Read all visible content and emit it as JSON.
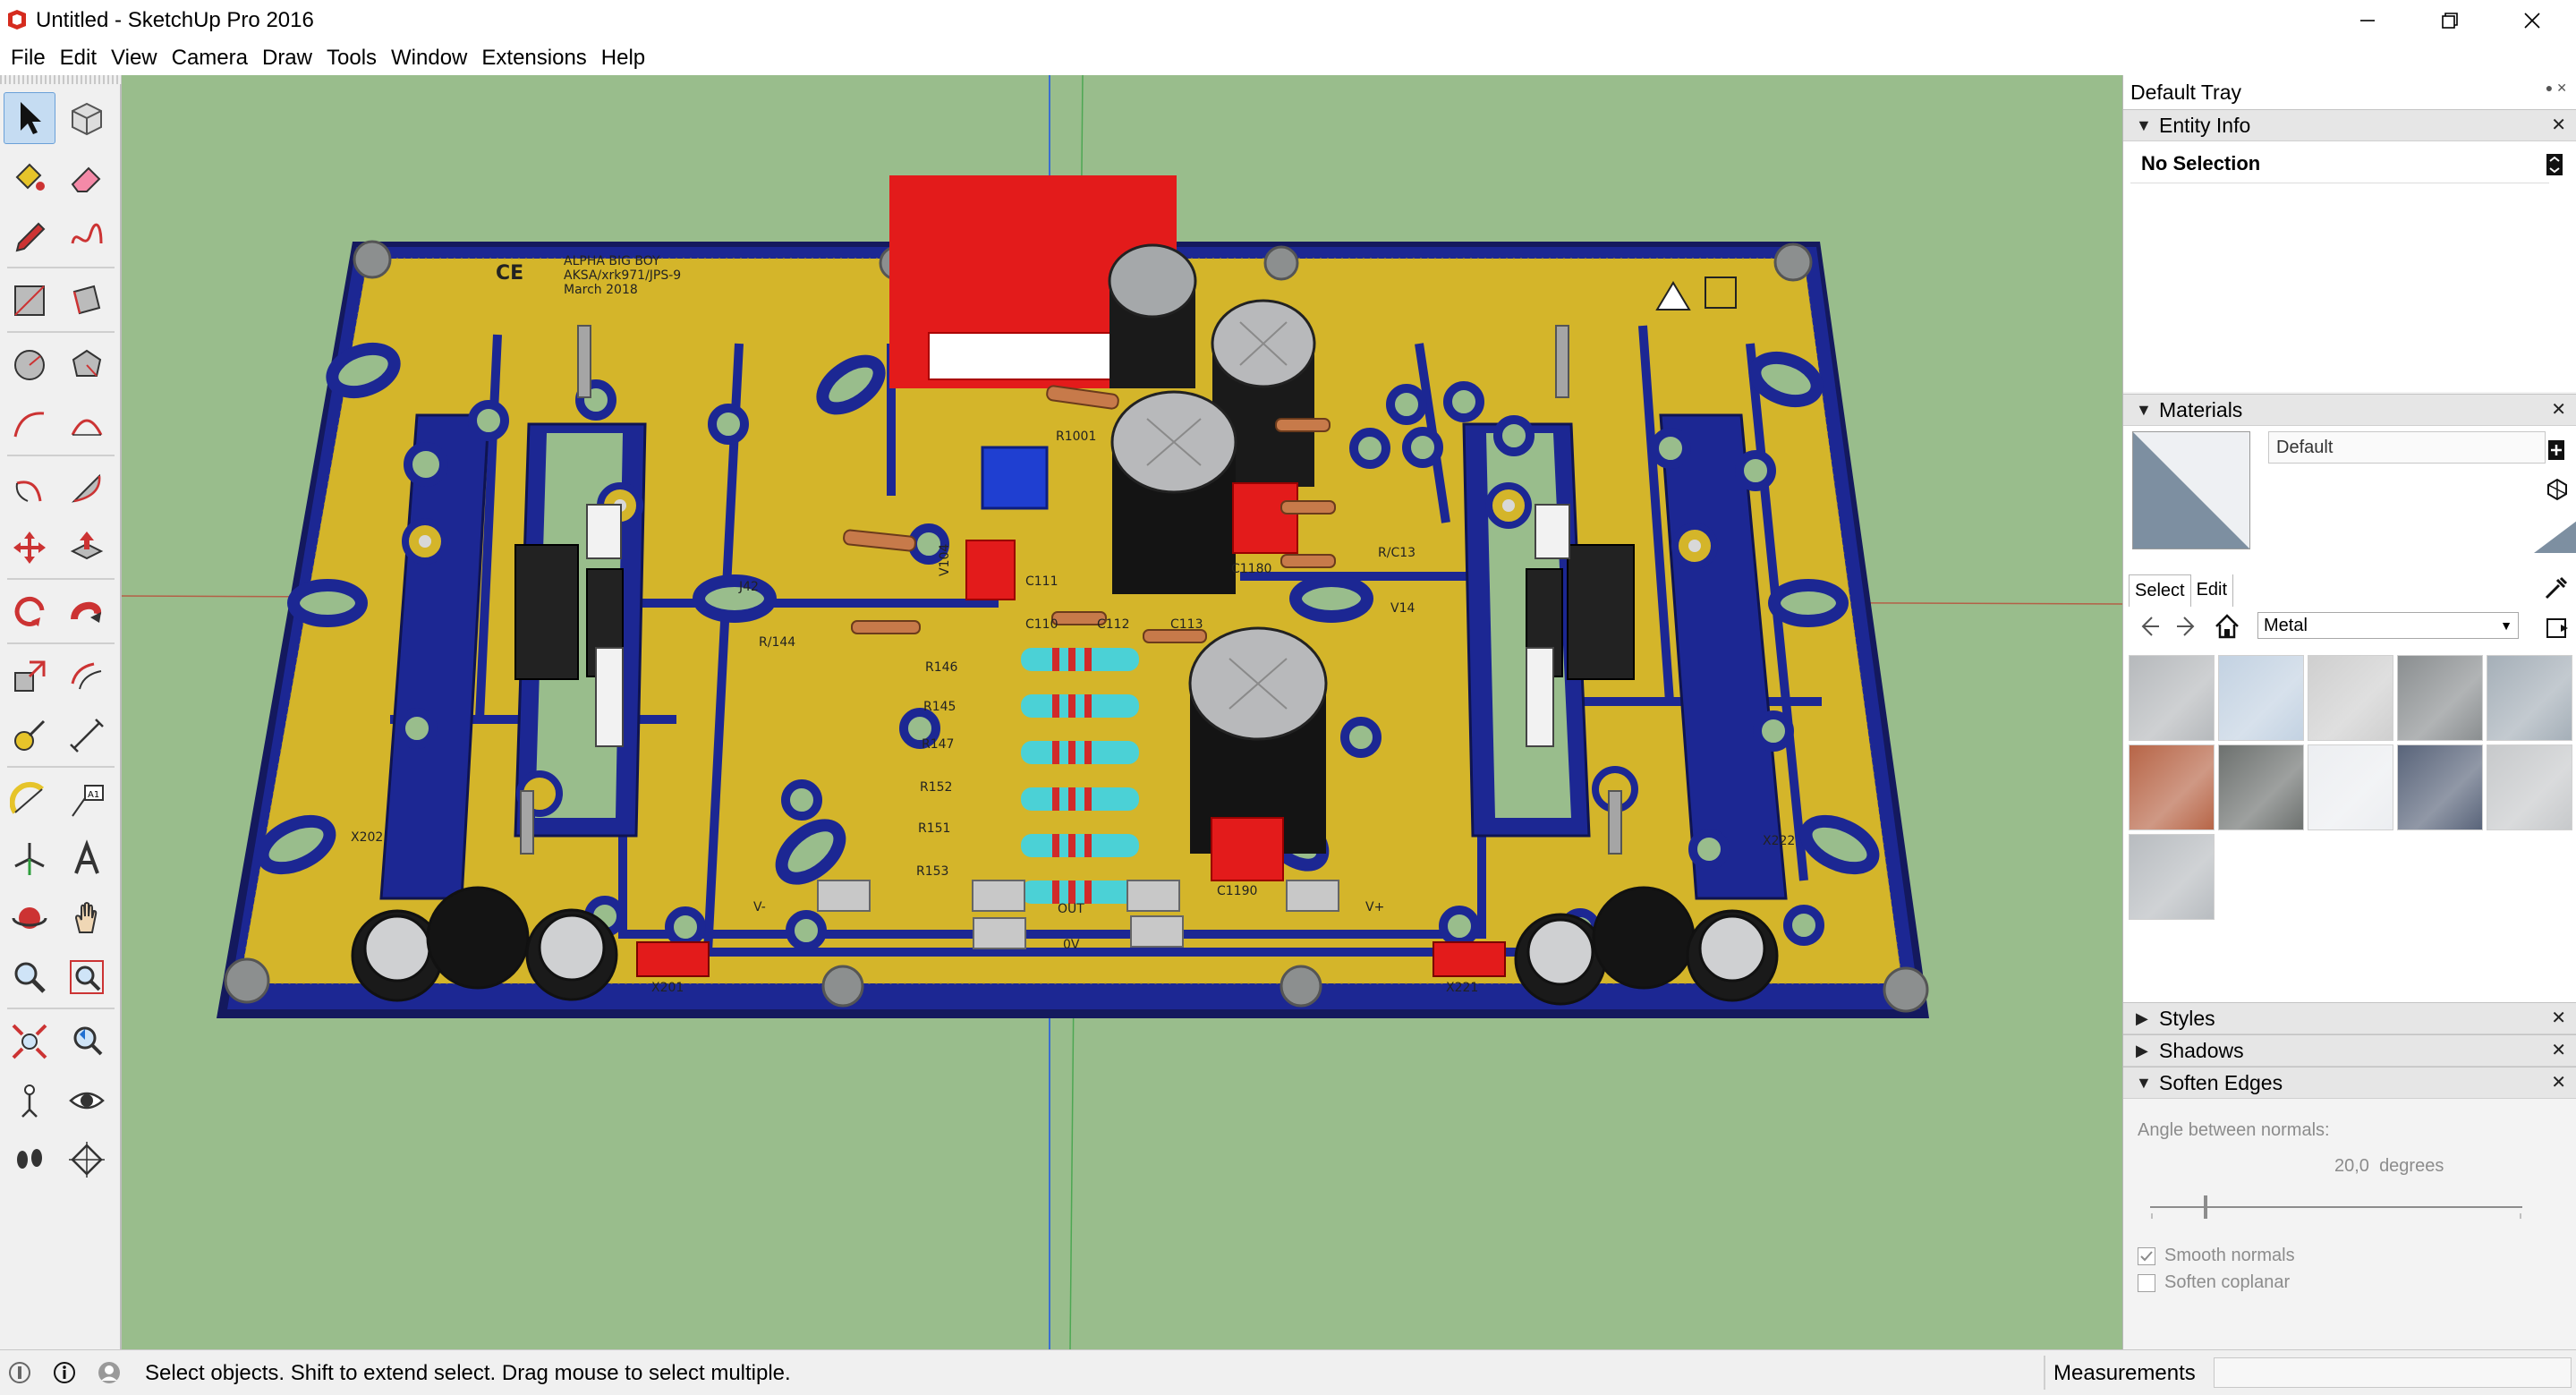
{
  "window": {
    "title": "Untitled - SketchUp Pro 2016",
    "app_icon": "sketchup-logo-icon"
  },
  "menu": [
    "File",
    "Edit",
    "View",
    "Camera",
    "Draw",
    "Tools",
    "Window",
    "Extensions",
    "Help"
  ],
  "toolbar": {
    "tools": [
      "select-arrow-icon",
      "make-component-icon",
      "paint-bucket-icon",
      "eraser-icon",
      "pencil-line-icon",
      "freehand-icon",
      "rectangle-icon",
      "rotated-rectangle-icon",
      "circle-icon",
      "polygon-icon",
      "arc-icon",
      "two-point-arc-icon",
      "three-point-arc-icon",
      "pie-icon",
      "move-icon",
      "push-pull-icon",
      "rotate-icon",
      "follow-me-icon",
      "scale-icon",
      "offset-icon",
      "tape-measure-icon",
      "dimension-icon",
      "protractor-icon",
      "text-label-icon",
      "axes-icon",
      "3d-text-icon",
      "orbit-icon",
      "pan-icon",
      "zoom-icon",
      "zoom-window-icon",
      "zoom-extents-icon",
      "previous-view-icon",
      "position-camera-icon",
      "look-around-icon",
      "walk-icon",
      "section-plane-icon"
    ],
    "active_tool": "select-arrow-icon"
  },
  "viewport": {
    "background_color": "#99bd8c",
    "pcb_labels": {
      "title_lines": [
        "ALPHA BIG BOY",
        "AKSA/xrk971/JPS-9",
        "March 2018"
      ],
      "ce_mark": "CE",
      "refs": [
        "R1001",
        "C1180",
        "C1190",
        "C113",
        "C111",
        "C110",
        "C112",
        "R146",
        "R145",
        "R147",
        "R152",
        "R151",
        "R153",
        "R/C13",
        "R/144",
        "X201",
        "X202",
        "X221",
        "X222",
        "OUT",
        "0V",
        "V-",
        "V+",
        "V104",
        "J42",
        "V14"
      ]
    }
  },
  "tray": {
    "title": "Default Tray",
    "panels": {
      "entity_info": {
        "label": "Entity Info",
        "status": "No Selection"
      },
      "materials": {
        "label": "Materials",
        "current_material": "Default",
        "tabs": [
          "Select",
          "Edit"
        ],
        "library": "Metal",
        "swatches": [
          {
            "name": "metal-aluminum-swatch",
            "color": "#b6b9bc"
          },
          {
            "name": "metal-brushed-blue-swatch",
            "color": "#c3d2e2"
          },
          {
            "name": "metal-chrome-swatch",
            "color": "#cfcfcf"
          },
          {
            "name": "metal-diamond-plate-swatch",
            "color": "#8a8e90"
          },
          {
            "name": "metal-steel-blue-swatch",
            "color": "#a5afb8"
          },
          {
            "name": "metal-rust-swatch",
            "color": "#b76547"
          },
          {
            "name": "metal-dark-steel-swatch",
            "color": "#6d716f"
          },
          {
            "name": "metal-polished-swatch",
            "color": "#eceef1"
          },
          {
            "name": "metal-navy-mesh-swatch",
            "color": "#59647a"
          },
          {
            "name": "metal-tread-plate-swatch",
            "color": "#c7c9cb"
          },
          {
            "name": "metal-silver-swatch",
            "color": "#b8bcc0"
          }
        ]
      },
      "styles": {
        "label": "Styles"
      },
      "shadows": {
        "label": "Shadows"
      },
      "soften_edges": {
        "label": "Soften Edges",
        "angle_label": "Angle between normals:",
        "angle_value": "20,0",
        "angle_unit": "degrees",
        "smooth_normals_label": "Smooth normals",
        "smooth_normals_checked": true,
        "soften_coplanar_label": "Soften coplanar",
        "soften_coplanar_checked": false
      }
    }
  },
  "status": {
    "text": "Select objects. Shift to extend select. Drag mouse to select multiple.",
    "measurements_label": "Measurements",
    "measurements_value": ""
  }
}
